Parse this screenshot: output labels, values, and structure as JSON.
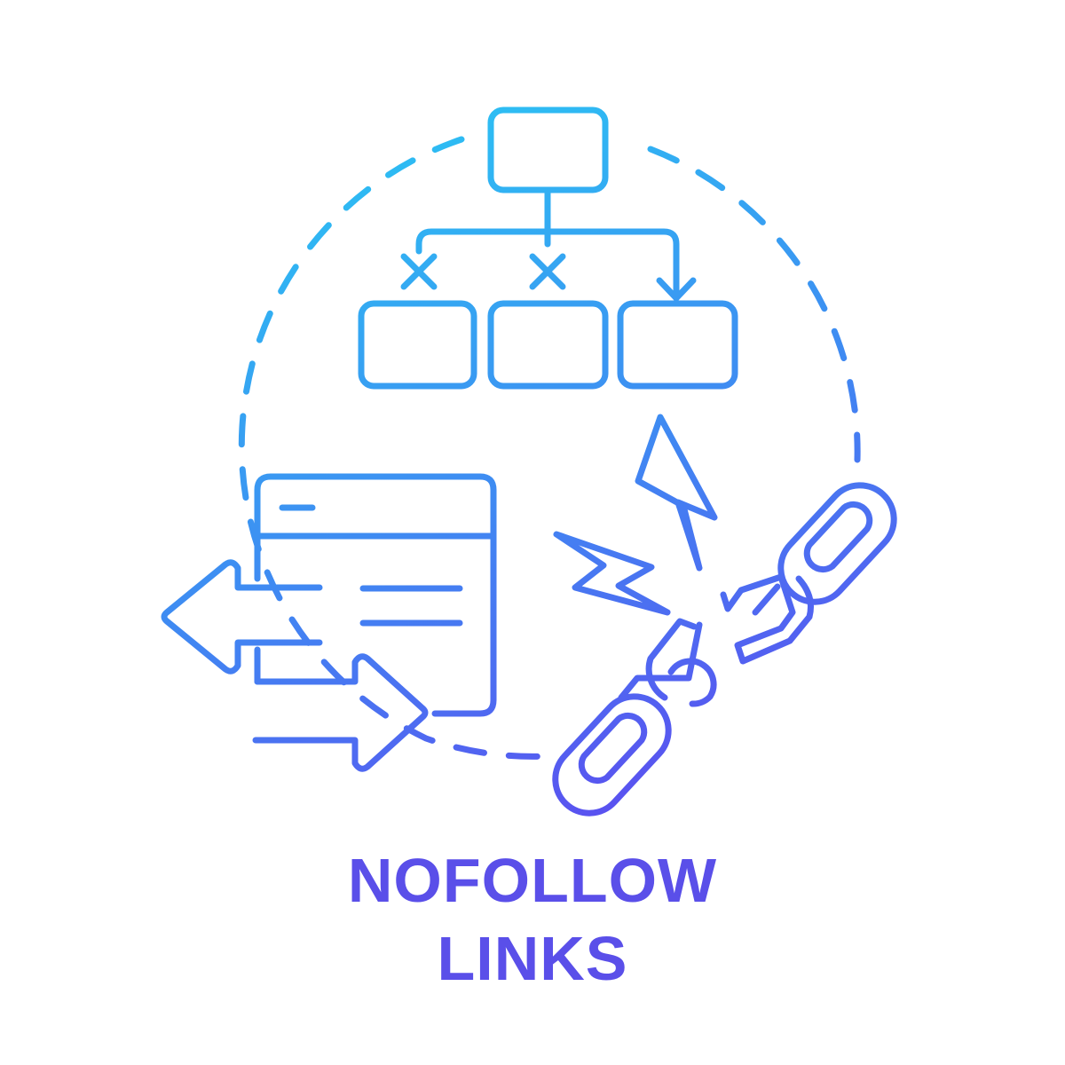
{
  "title": {
    "line1": "NOFOLLOW",
    "line2": "LINKS"
  },
  "colors": {
    "gradient_start": "#2cc0f3",
    "gradient_mid": "#3e8cf2",
    "gradient_end": "#5b4ff0",
    "title": "#5a4fe9",
    "background": "#ffffff"
  },
  "icons": [
    "dashed-circle",
    "hierarchy-diagram-icon",
    "blocked-link-x-icon",
    "followed-link-arrow-icon",
    "web-page-icon",
    "outgoing-arrow-icon",
    "incoming-arrow-icon",
    "lightning-bolt-icon",
    "broken-chain-icon"
  ]
}
